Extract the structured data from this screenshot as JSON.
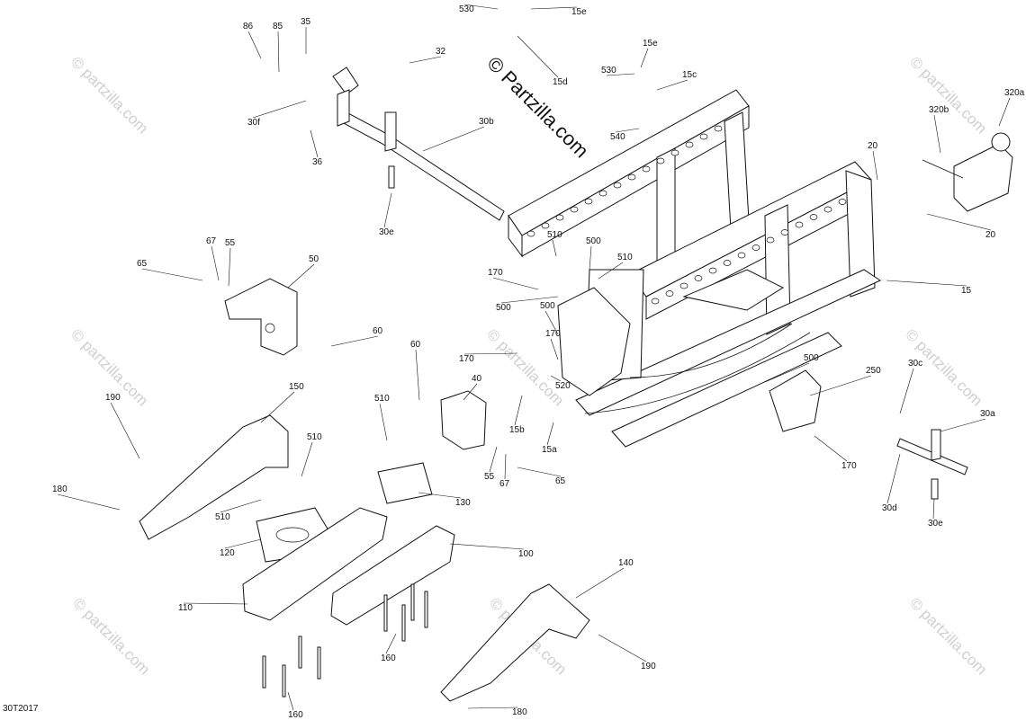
{
  "diagram": {
    "code": "30T2017",
    "watermark_main": "© Partzilla.com",
    "watermark_small": "© partzilla.com",
    "callouts": [
      {
        "id": "c86",
        "text": "86"
      },
      {
        "id": "c85",
        "text": "85"
      },
      {
        "id": "c35",
        "text": "35"
      },
      {
        "id": "c32",
        "text": "32"
      },
      {
        "id": "c30f",
        "text": "30f"
      },
      {
        "id": "c36",
        "text": "36"
      },
      {
        "id": "c30b",
        "text": "30b"
      },
      {
        "id": "c30e_a",
        "text": "30e"
      },
      {
        "id": "c530_a",
        "text": "530"
      },
      {
        "id": "c15e_a",
        "text": "15e"
      },
      {
        "id": "c15d",
        "text": "15d"
      },
      {
        "id": "c15e_b",
        "text": "15e"
      },
      {
        "id": "c530_b",
        "text": "530"
      },
      {
        "id": "c15c",
        "text": "15c"
      },
      {
        "id": "c540",
        "text": "540"
      },
      {
        "id": "c320a",
        "text": "320a"
      },
      {
        "id": "c320b",
        "text": "320b"
      },
      {
        "id": "c20_a",
        "text": "20"
      },
      {
        "id": "c20_b",
        "text": "20"
      },
      {
        "id": "c15",
        "text": "15"
      },
      {
        "id": "c67_a",
        "text": "67"
      },
      {
        "id": "c55_a",
        "text": "55"
      },
      {
        "id": "c65_a",
        "text": "65"
      },
      {
        "id": "c50",
        "text": "50"
      },
      {
        "id": "c60_a",
        "text": "60"
      },
      {
        "id": "c510_a",
        "text": "510"
      },
      {
        "id": "c500_a",
        "text": "500"
      },
      {
        "id": "c510_b",
        "text": "510"
      },
      {
        "id": "c170_a",
        "text": "170"
      },
      {
        "id": "c500_b",
        "text": "500"
      },
      {
        "id": "c500_c",
        "text": "500"
      },
      {
        "id": "c170_b",
        "text": "170"
      },
      {
        "id": "c170_c",
        "text": "170"
      },
      {
        "id": "c520",
        "text": "520"
      },
      {
        "id": "c15b",
        "text": "15b"
      },
      {
        "id": "c15a",
        "text": "15a"
      },
      {
        "id": "c60_b",
        "text": "60"
      },
      {
        "id": "c40",
        "text": "40"
      },
      {
        "id": "c500_d",
        "text": "500"
      },
      {
        "id": "c250",
        "text": "250"
      },
      {
        "id": "c170_d",
        "text": "170"
      },
      {
        "id": "c30c",
        "text": "30c"
      },
      {
        "id": "c30a",
        "text": "30a"
      },
      {
        "id": "c30d",
        "text": "30d"
      },
      {
        "id": "c30e_b",
        "text": "30e"
      },
      {
        "id": "c190_a",
        "text": "190"
      },
      {
        "id": "c150",
        "text": "150"
      },
      {
        "id": "c510_c",
        "text": "510"
      },
      {
        "id": "c510_d",
        "text": "510"
      },
      {
        "id": "c55_b",
        "text": "55"
      },
      {
        "id": "c67_b",
        "text": "67"
      },
      {
        "id": "c65_b",
        "text": "65"
      },
      {
        "id": "c180_a",
        "text": "180"
      },
      {
        "id": "c510_e",
        "text": "510"
      },
      {
        "id": "c130",
        "text": "130"
      },
      {
        "id": "c120",
        "text": "120"
      },
      {
        "id": "c100",
        "text": "100"
      },
      {
        "id": "c110",
        "text": "110"
      },
      {
        "id": "c140",
        "text": "140"
      },
      {
        "id": "c190_b",
        "text": "190"
      },
      {
        "id": "c160_a",
        "text": "160"
      },
      {
        "id": "c160_b",
        "text": "160"
      },
      {
        "id": "c180_b",
        "text": "180"
      }
    ]
  }
}
